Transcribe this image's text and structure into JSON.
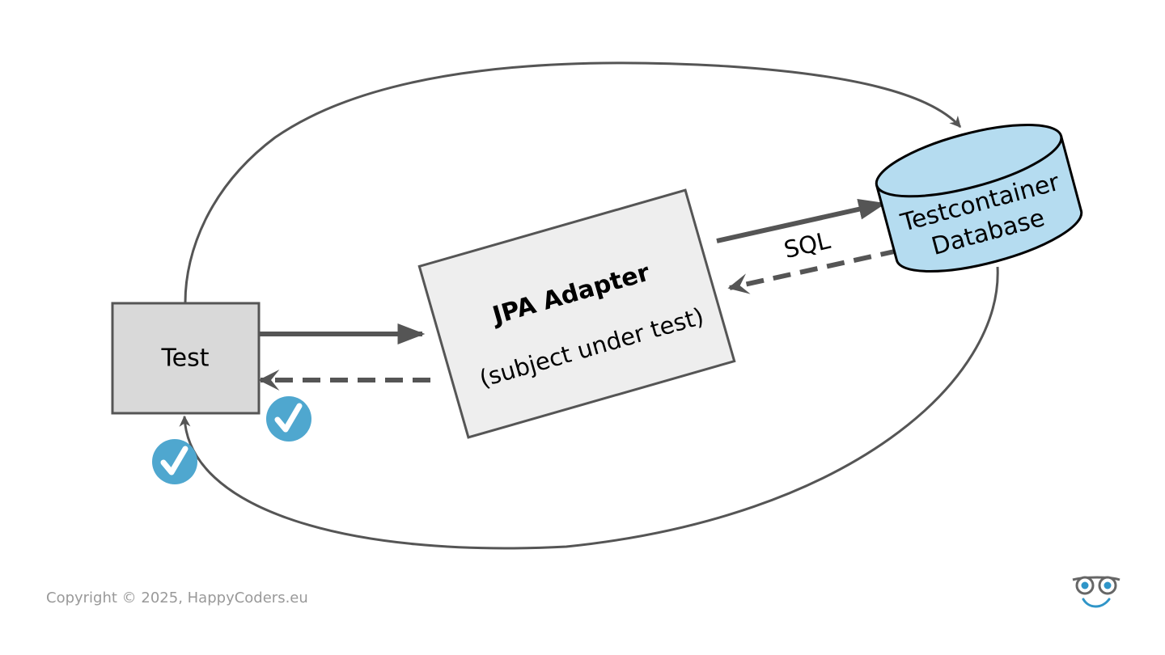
{
  "nodes": {
    "test": {
      "label": "Test"
    },
    "adapter": {
      "title": "JPA Adapter",
      "subtitle": "(subject under test)"
    },
    "database": {
      "line1": "Testcontainer",
      "line2": "Database"
    }
  },
  "edges": {
    "sql": {
      "label": "SQL"
    }
  },
  "footer": {
    "copyright": "Copyright © 2025, HappyCoders.eu"
  },
  "icons": {
    "check": "check-circle-icon",
    "logo": "glasses-smile-logo-icon"
  },
  "colors": {
    "stroke": "#555555",
    "test_fill": "#d9d9d9",
    "adapter_fill": "#eeeeee",
    "database_fill": "#b5dcf0",
    "check_fill": "#4fa7cf",
    "footer_text": "#999999"
  }
}
